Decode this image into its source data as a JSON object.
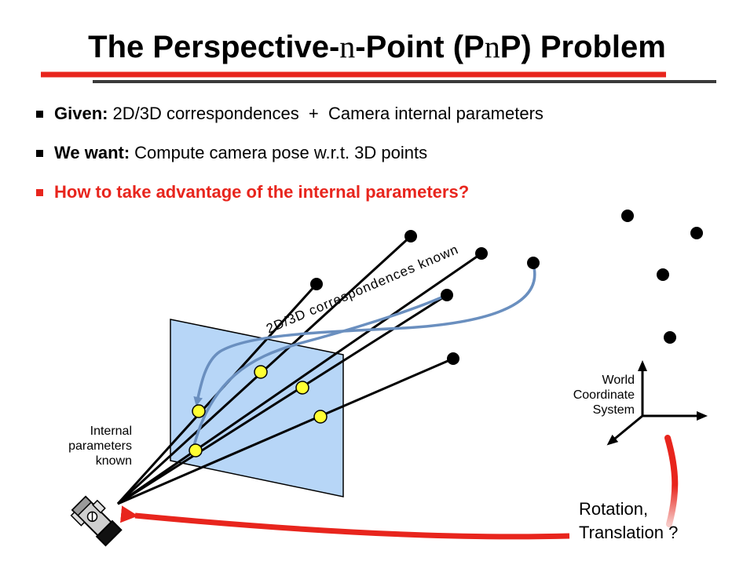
{
  "title": {
    "part1": "The Perspective-",
    "n1": "n",
    "part2": "-Point (P",
    "n2": "n",
    "part3": "P) Problem"
  },
  "bullets": [
    {
      "label": "Given:",
      "text": "2D/3D correspondences  +  Camera internal parameters"
    },
    {
      "label": "We want:",
      "text": "Compute camera pose w.r.t. 3D points"
    },
    {
      "label": "",
      "text": "How to take advantage of the internal parameters?"
    }
  ],
  "diagram": {
    "correspondences_label": "2D/3D correspondences known",
    "internal_label_line1": "Internal",
    "internal_label_line2": "parameters",
    "internal_label_line3": "known",
    "world_line1": "World",
    "world_line2": "Coordinate",
    "world_line3": "System",
    "pose_line1": "Rotation,",
    "pose_line2": "Translation ?"
  },
  "colors": {
    "accent_red": "#e8251d",
    "image_plane": "#b7d6f7",
    "projection_point": "#ffff33",
    "correspondence_arrow": "#6a8fbf"
  }
}
